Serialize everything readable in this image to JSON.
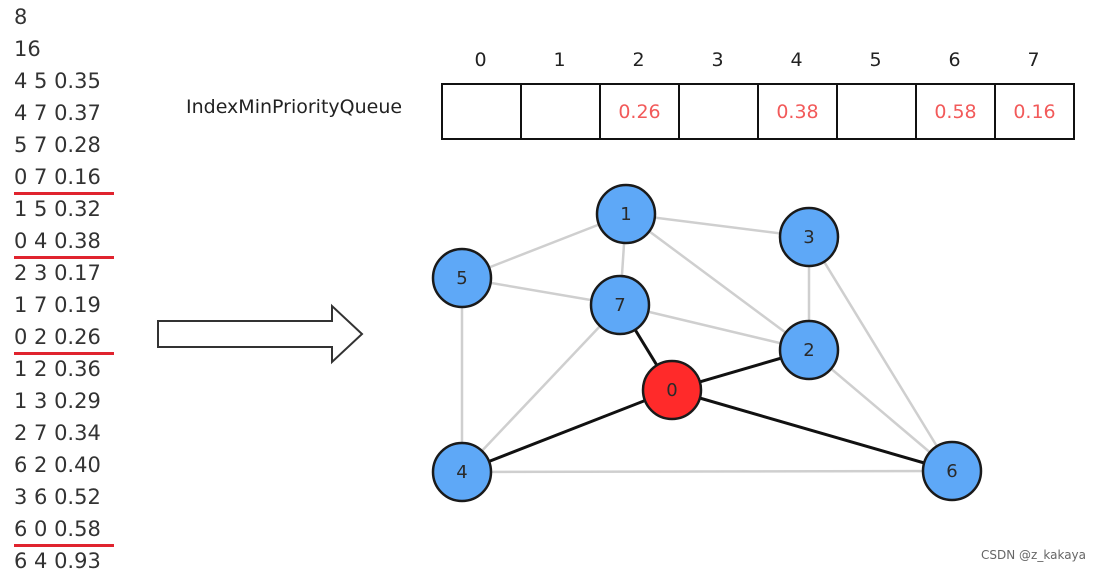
{
  "edge_lines": [
    {
      "text": "8",
      "hl": false
    },
    {
      "text": "16",
      "hl": false
    },
    {
      "text": "4 5 0.35",
      "hl": false
    },
    {
      "text": "4 7 0.37",
      "hl": false
    },
    {
      "text": "5 7 0.28",
      "hl": false
    },
    {
      "text": "0 7 0.16",
      "hl": true
    },
    {
      "text": "1 5 0.32",
      "hl": false
    },
    {
      "text": "0 4 0.38",
      "hl": true
    },
    {
      "text": "2 3 0.17",
      "hl": false
    },
    {
      "text": "1 7 0.19",
      "hl": false
    },
    {
      "text": "0 2 0.26",
      "hl": true
    },
    {
      "text": "1 2 0.36",
      "hl": false
    },
    {
      "text": "1 3 0.29",
      "hl": false
    },
    {
      "text": "2 7 0.34",
      "hl": false
    },
    {
      "text": "6 2 0.40",
      "hl": false
    },
    {
      "text": "3 6 0.52",
      "hl": false
    },
    {
      "text": "6 0 0.58",
      "hl": true
    },
    {
      "text": "6 4 0.93",
      "hl": false
    }
  ],
  "priority_queue": {
    "label": "IndexMinPriorityQueue",
    "indices": [
      "0",
      "1",
      "2",
      "3",
      "4",
      "5",
      "6",
      "7"
    ],
    "values": [
      "",
      "",
      "0.26",
      "",
      "0.38",
      "",
      "0.58",
      "0.16"
    ]
  },
  "graph": {
    "nodes": [
      {
        "id": "0",
        "highlight": true
      },
      {
        "id": "1",
        "highlight": false
      },
      {
        "id": "2",
        "highlight": false
      },
      {
        "id": "3",
        "highlight": false
      },
      {
        "id": "4",
        "highlight": false
      },
      {
        "id": "5",
        "highlight": false
      },
      {
        "id": "6",
        "highlight": false
      },
      {
        "id": "7",
        "highlight": false
      }
    ],
    "edges": [
      {
        "from": "1",
        "to": "5",
        "dark": false
      },
      {
        "from": "1",
        "to": "3",
        "dark": false
      },
      {
        "from": "1",
        "to": "7",
        "dark": false
      },
      {
        "from": "1",
        "to": "2",
        "dark": false
      },
      {
        "from": "5",
        "to": "7",
        "dark": false
      },
      {
        "from": "5",
        "to": "4",
        "dark": false
      },
      {
        "from": "3",
        "to": "2",
        "dark": false
      },
      {
        "from": "3",
        "to": "6",
        "dark": false
      },
      {
        "from": "7",
        "to": "2",
        "dark": false
      },
      {
        "from": "7",
        "to": "4",
        "dark": false
      },
      {
        "from": "2",
        "to": "6",
        "dark": false
      },
      {
        "from": "4",
        "to": "6",
        "dark": false
      },
      {
        "from": "7",
        "to": "0",
        "dark": true
      },
      {
        "from": "0",
        "to": "2",
        "dark": true
      },
      {
        "from": "0",
        "to": "4",
        "dark": true
      },
      {
        "from": "0",
        "to": "6",
        "dark": true
      }
    ],
    "colors": {
      "node_fill": "#5ea8f7",
      "node_highlight": "#ff2a2a",
      "node_stroke": "#1a1a1a",
      "edge_light": "#cfcfcf",
      "edge_dark": "#111111"
    }
  },
  "credit": "CSDN @z_kakaya"
}
